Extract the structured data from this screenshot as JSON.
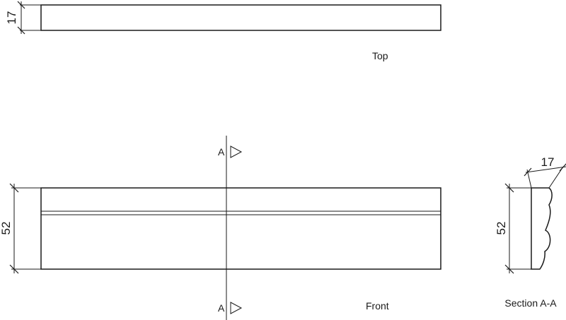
{
  "views": {
    "top": {
      "label": "Top",
      "thickness_dim": "17"
    },
    "front": {
      "label": "Front",
      "height_dim": "52"
    },
    "section": {
      "label": "Section A-A",
      "thickness_dim": "17",
      "height_dim": "52"
    }
  },
  "section_markers": {
    "upper": "A",
    "lower": "A"
  }
}
